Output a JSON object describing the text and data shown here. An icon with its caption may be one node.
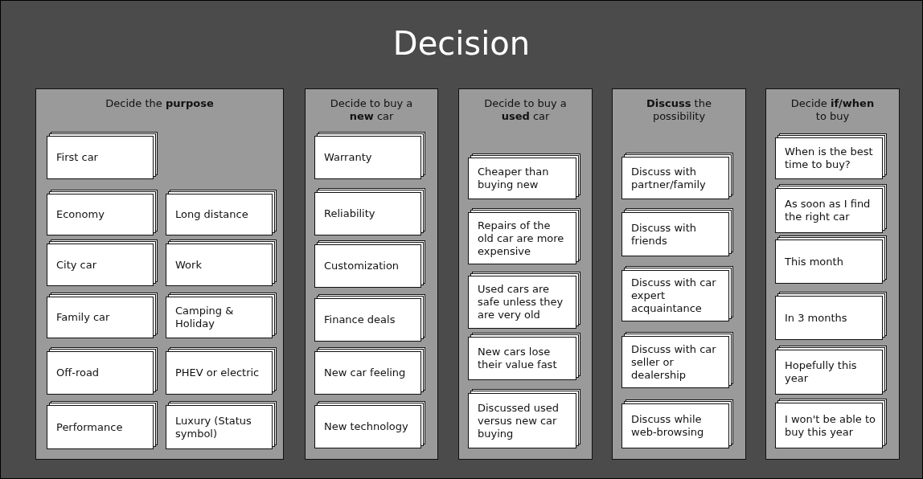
{
  "diagram": {
    "title": "Decision",
    "nodes": [
      {
        "text": [
          "Decide the **purpose**"
        ]
      },
      {
        "text": [
          "First car"
        ],
        "in": 0
      },
      {
        "text": [
          "Economy"
        ],
        "in": 0
      },
      {
        "text": [
          "Long distance"
        ],
        "in": 0
      },
      {
        "text": [
          "City car"
        ],
        "in": 0
      },
      {
        "text": [
          "Work"
        ],
        "in": 0
      },
      {
        "text": [
          "Family car"
        ],
        "in": 0
      },
      {
        "text": [
          "Camping & Holiday"
        ],
        "in": 0
      },
      {
        "text": [
          "Off-road"
        ],
        "in": 0
      },
      {
        "text": [
          "PHEV or electric"
        ],
        "in": 0
      },
      {
        "text": [
          "Performance"
        ],
        "in": 0
      },
      {
        "text": [
          "Luxury (Status symbol)"
        ],
        "in": 0
      },
      {
        "text": [
          "Decide to buy a **new** car"
        ]
      },
      {
        "text": [
          "Warranty"
        ],
        "in": 12
      },
      {
        "text": [
          "Reliability"
        ],
        "in": 12
      },
      {
        "text": [
          "Customization"
        ],
        "in": 12
      },
      {
        "text": [
          "Finance deals"
        ],
        "in": 12
      },
      {
        "text": [
          "New car feeling"
        ],
        "in": 12
      },
      {
        "text": [
          "New technology"
        ],
        "in": 12
      },
      {
        "text": [
          "Decide to buy a **used** car"
        ]
      },
      {
        "text": [
          "Cheaper than buying new"
        ],
        "in": 19
      },
      {
        "text": [
          "Repairs of the old car are more expensive"
        ],
        "in": 19
      },
      {
        "text": [
          "Used cars are safe unless they are very old"
        ],
        "in": 19
      },
      {
        "text": [
          "New cars lose their value fast"
        ],
        "in": 19
      },
      {
        "text": [
          "Discussed used versus new car buying"
        ],
        "in": 19
      },
      {
        "text": [
          "**Discuss** the possibility"
        ]
      },
      {
        "text": [
          "Discuss with partner/family"
        ],
        "in": 25
      },
      {
        "text": [
          "Discuss with friends"
        ],
        "in": 25
      },
      {
        "text": [
          "Discuss with car expert acquaintance"
        ],
        "in": 25
      },
      {
        "text": [
          "Discuss with car seller or dealership"
        ],
        "in": 25
      },
      {
        "text": [
          "Discuss while web-browsing"
        ],
        "in": 25
      },
      {
        "text": [
          "Decide **if/when** to buy"
        ]
      },
      {
        "text": [
          "When is the best time to buy?"
        ],
        "in": 31
      },
      {
        "text": [
          "As soon as I find the right car"
        ],
        "in": 31
      },
      {
        "text": [
          "This month"
        ],
        "in": 31
      },
      {
        "text": [
          "In 3 months"
        ],
        "in": 31
      },
      {
        "text": [
          "Hopefully this year"
        ],
        "in": 31
      },
      {
        "text": [
          "I won't be able to buy this year"
        ],
        "in": 31
      }
    ],
    "edges": []
  }
}
